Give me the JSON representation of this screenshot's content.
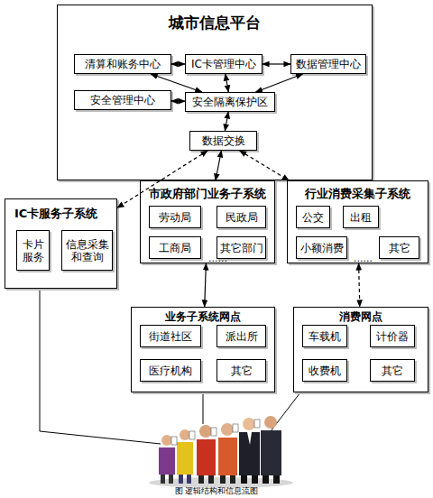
{
  "diagram": {
    "caption": "图 逻辑结构和信息流图",
    "nodes": [
      {
        "text": [
          "城市信息平台"
        ]
      },
      {
        "text": [
          "清算和账务中心"
        ],
        "in": 0
      },
      {
        "text": [
          "IC卡管理中心"
        ],
        "in": 0
      },
      {
        "text": [
          "数据管理中心"
        ],
        "in": 0
      },
      {
        "text": [
          "安全管理中心"
        ],
        "in": 0
      },
      {
        "text": [
          "安全隔离保护区"
        ],
        "in": 0
      },
      {
        "text": [
          "数据交换"
        ],
        "in": 0
      },
      {
        "text": [
          "IC卡服务子系统"
        ]
      },
      {
        "text": [
          "卡片服务"
        ],
        "in": 7
      },
      {
        "text": [
          "信息采集和查询"
        ],
        "in": 7
      },
      {
        "text": [
          "市政府部门业务子系统"
        ]
      },
      {
        "text": [
          "劳动局"
        ],
        "in": 10
      },
      {
        "text": [
          "民政局"
        ],
        "in": 10
      },
      {
        "text": [
          "工商局"
        ],
        "in": 10
      },
      {
        "text": [
          "其它部门"
        ],
        "in": 10
      },
      {
        "text": [
          "行业消费采集子系统"
        ]
      },
      {
        "text": [
          "公交"
        ],
        "in": 15
      },
      {
        "text": [
          "出租"
        ],
        "in": 15
      },
      {
        "text": [
          "小额消费"
        ],
        "in": 15
      },
      {
        "text": [
          "其它"
        ],
        "in": 15
      },
      {
        "text": [
          "业务子系统网点"
        ]
      },
      {
        "text": [
          "街道社区"
        ],
        "in": 20
      },
      {
        "text": [
          "派出所"
        ],
        "in": 20
      },
      {
        "text": [
          "医疗机构"
        ],
        "in": 20
      },
      {
        "text": [
          "其它"
        ],
        "in": 20
      },
      {
        "text": [
          "消费网点"
        ]
      },
      {
        "text": [
          "车载机"
        ],
        "in": 25
      },
      {
        "text": [
          "计价器"
        ],
        "in": 25
      },
      {
        "text": [
          "收费机"
        ],
        "in": 25
      },
      {
        "text": [
          "其它"
        ],
        "in": 25
      }
    ],
    "edges": [
      {
        "from": 1,
        "to": 2,
        "arrow": "both"
      },
      {
        "from": 2,
        "to": 3,
        "arrow": "both"
      },
      {
        "from": 1,
        "to": 5,
        "arrow": "both"
      },
      {
        "from": 2,
        "to": 5,
        "arrow": "both"
      },
      {
        "from": 3,
        "to": 5,
        "arrow": "both"
      },
      {
        "from": 4,
        "to": 5,
        "arrow": "both"
      },
      {
        "from": 5,
        "to": 6,
        "arrow": "both"
      },
      {
        "from": 6,
        "to": 7,
        "arrow": "both"
      },
      {
        "from": 6,
        "to": 10,
        "arrow": "both"
      },
      {
        "from": 6,
        "to": 15,
        "arrow": "both"
      },
      {
        "from": 10,
        "to": 20,
        "arrow": "both"
      },
      {
        "from": 15,
        "to": 25,
        "arrow": "both"
      }
    ],
    "labels": [
      "......",
      "......"
    ]
  }
}
